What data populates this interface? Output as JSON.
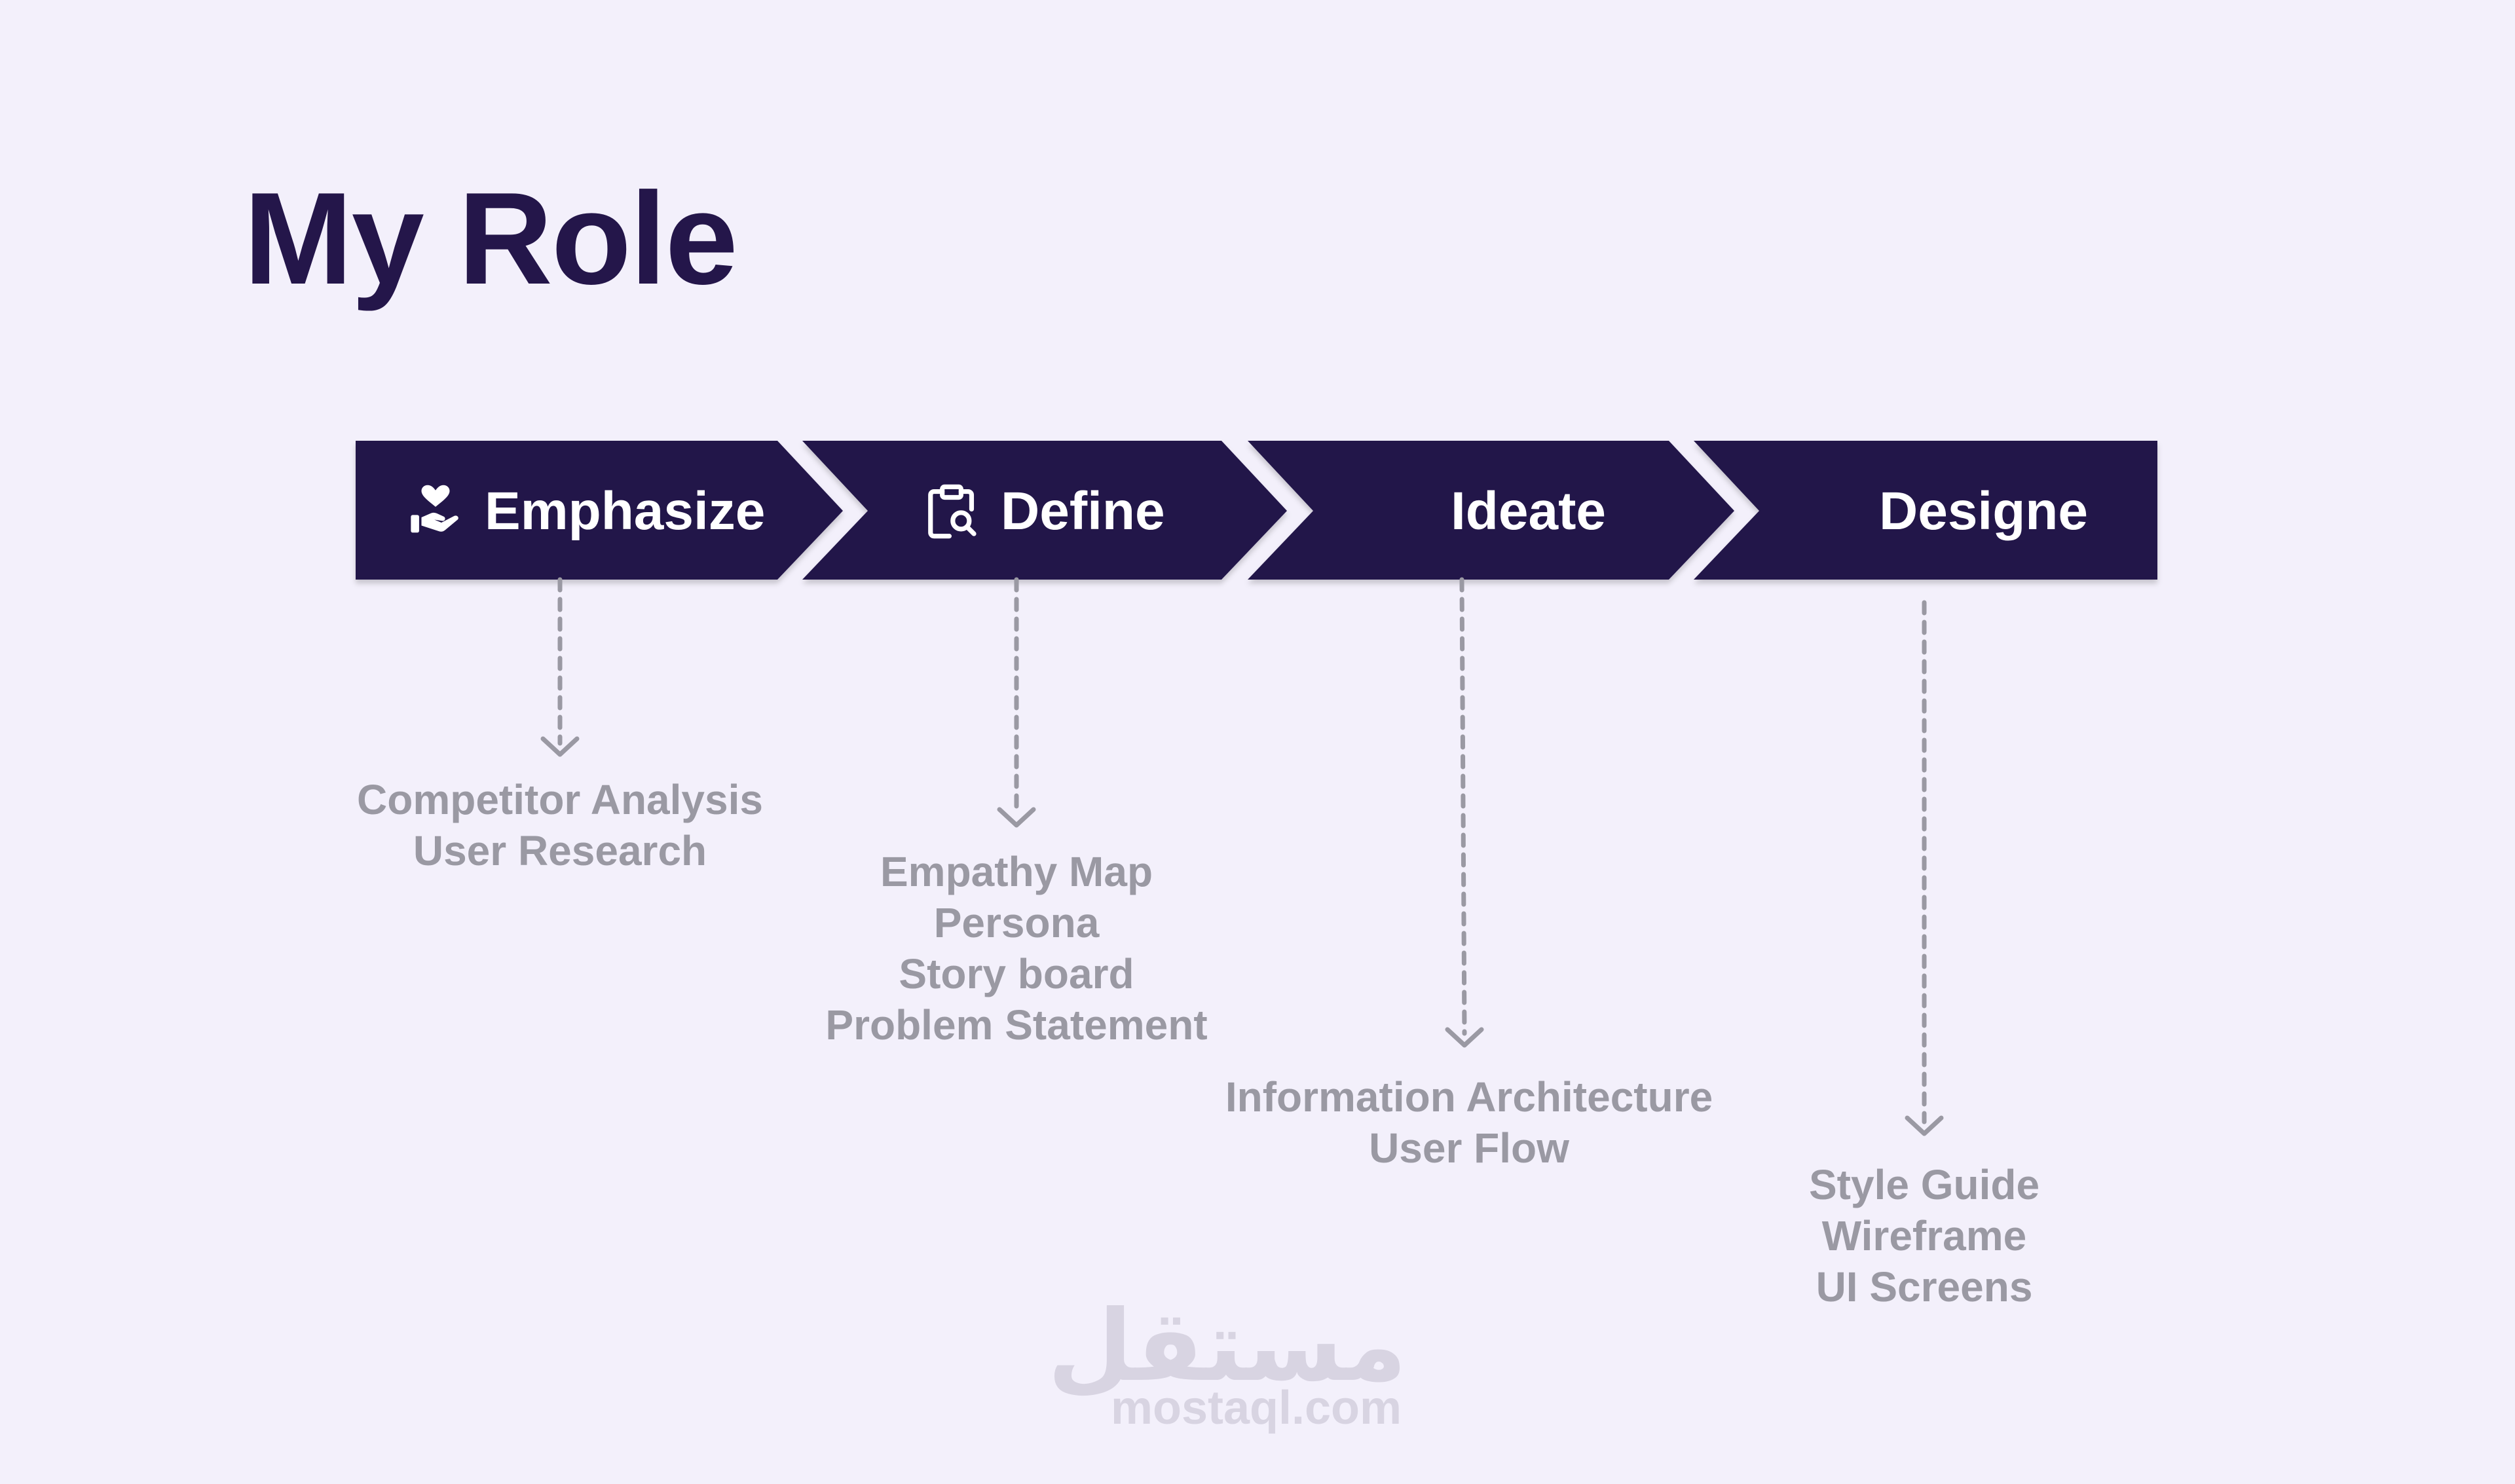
{
  "title": "My Role",
  "colors": {
    "background": "#f3f0fb",
    "step_fill": "#24164a",
    "step_text": "#ffffff",
    "connector": "#9a99a3",
    "output_text": "#9a99a3",
    "watermark": "#d8d4e2"
  },
  "steps": [
    {
      "label": "Emphasize",
      "icon": "hand-heart-icon",
      "outputs": [
        "Competitor Analysis",
        "User Research"
      ]
    },
    {
      "label": "Define",
      "icon": "clipboard-search-icon",
      "outputs": [
        "Empathy Map",
        "Persona",
        "Story board",
        "Problem Statement"
      ]
    },
    {
      "label": "Ideate",
      "icon": "",
      "outputs": [
        "Information Architecture",
        "User Flow"
      ]
    },
    {
      "label": "Designe",
      "icon": "",
      "outputs": [
        "Style Guide",
        "Wireframe",
        "UI Screens"
      ]
    }
  ],
  "watermark": {
    "arabic": "مستقل",
    "latin": "mostaql.com"
  }
}
